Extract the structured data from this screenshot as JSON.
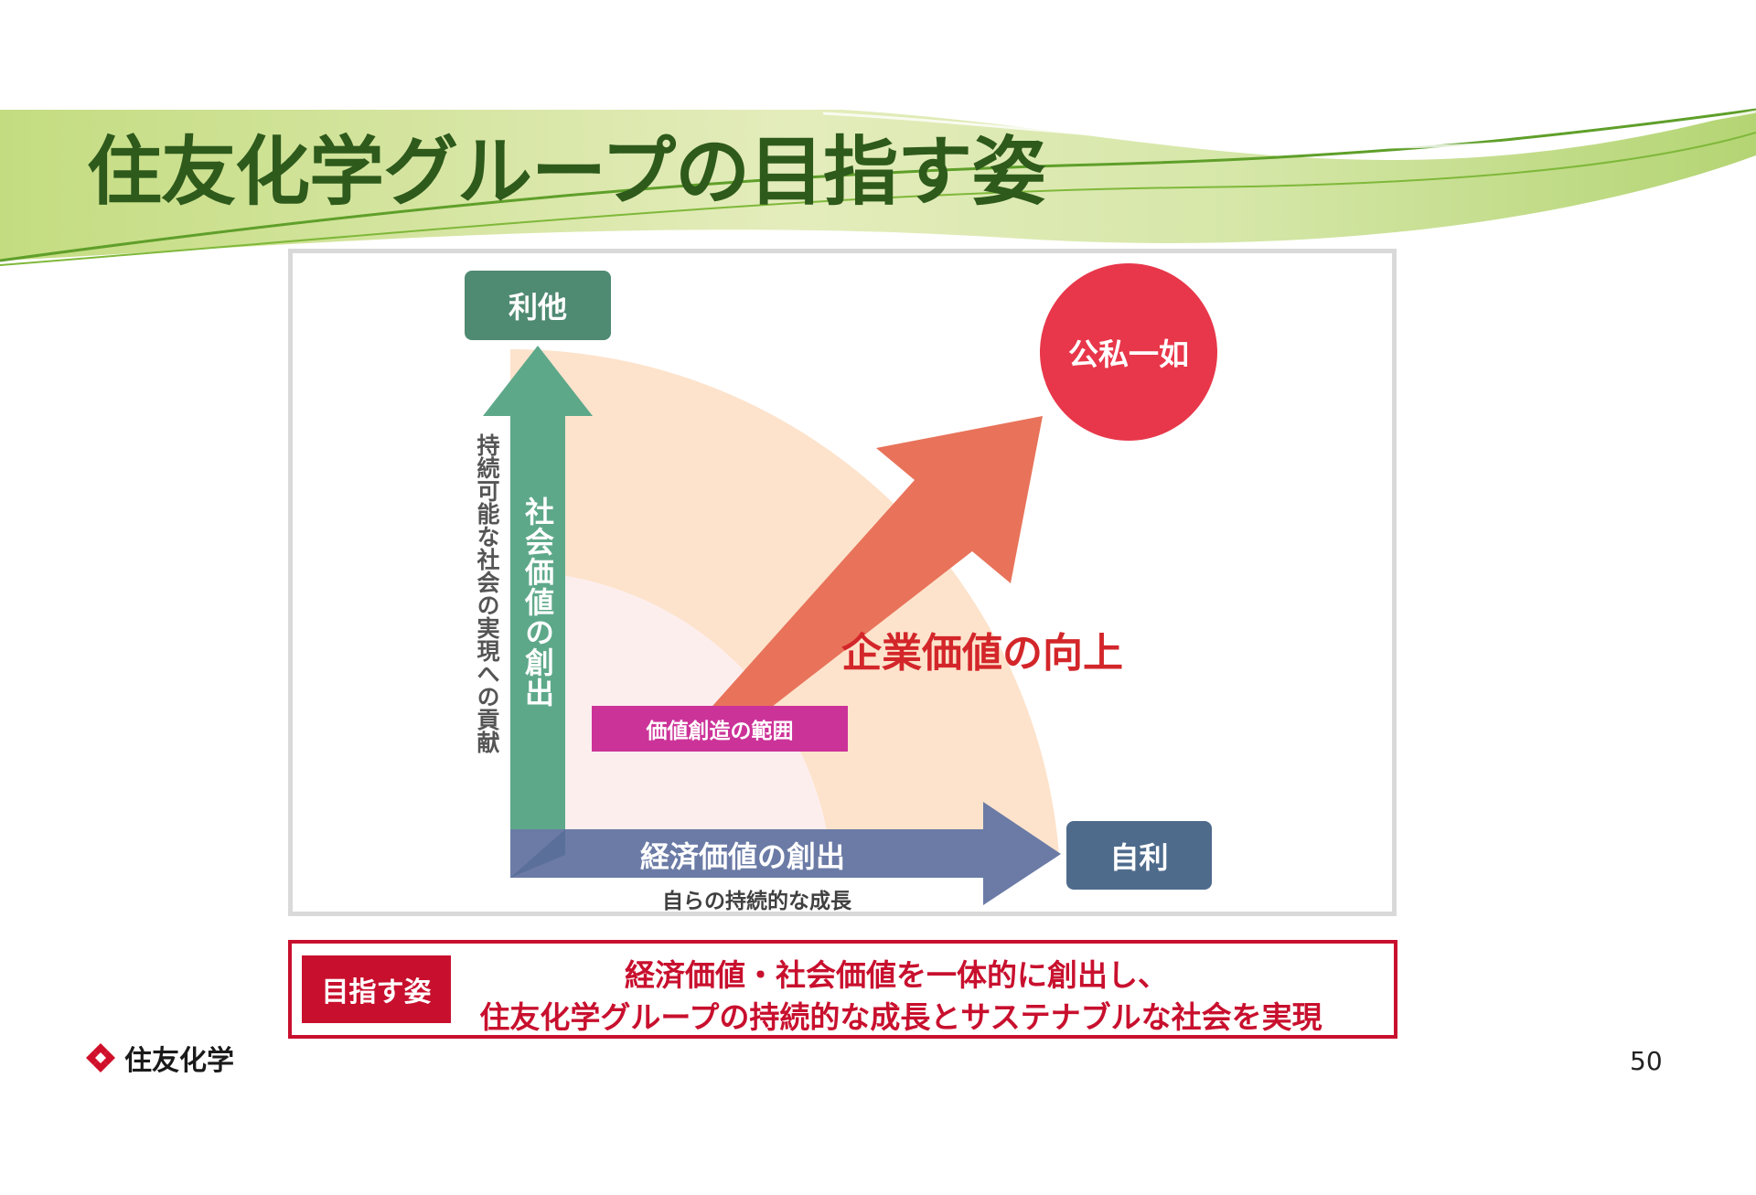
{
  "header": {
    "title": "住友化学グループの目指す姿"
  },
  "diagram": {
    "top_label": "利他",
    "right_label": "自利",
    "goal_circle": "公私一如",
    "vertical_axis_label": "社会価値の創出",
    "vertical_axis_sublabel": "持続可能な社会の実現への貢献",
    "horizontal_axis_label": "経済価値の創出",
    "horizontal_axis_sublabel": "自らの持続的な成長",
    "arrow_label": "企業価値の向上",
    "scope_label": "価値創造の範囲"
  },
  "goal": {
    "tag": "目指す姿",
    "line1": "経済価値・社会価値を一体的に創出し、",
    "line2": "住友化学グループの持続的な成長とサステナブルな社会を実現"
  },
  "footer": {
    "logo_text": "住友化学",
    "page_number": "50"
  },
  "colors": {
    "title_green": "#2e5a1c",
    "social_axis": "#5ea88a",
    "economic_axis": "#6b7ba6",
    "corporate_arrow": "#e8735a",
    "circle_red": "#e8374a",
    "scope_magenta": "#cc3399",
    "goal_red": "#c8102e",
    "outer_arc": "#fde3cc",
    "inner_arc": "#fdeeee"
  }
}
